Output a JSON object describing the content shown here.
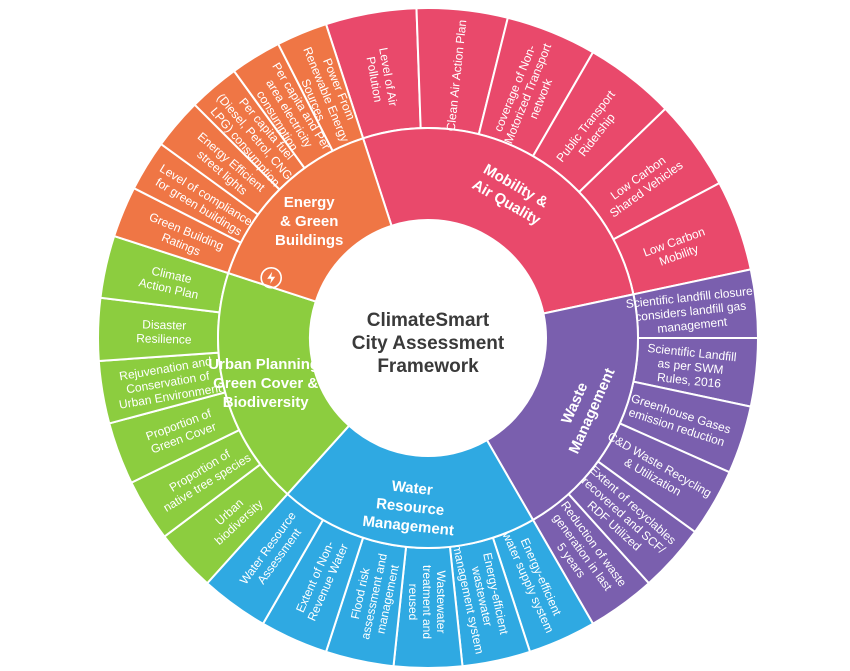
{
  "center": {
    "lines": [
      "ClimateSmart",
      "City Assessment",
      "Framework"
    ]
  },
  "categories": [
    {
      "name_lines": [
        "Mobility &",
        "Air Quality"
      ],
      "color": "#e9496b",
      "icon": "",
      "indicators": [
        [
          "Level of Air",
          "Pollution"
        ],
        [
          "Clean Air Action Plan"
        ],
        [
          "coverage of Non-",
          "Motorized Transport",
          "network"
        ],
        [
          "Public Transport",
          "Ridership"
        ],
        [
          "Low Carbon",
          "Shared Vehicles"
        ],
        [
          "Low Carbon",
          "Mobility"
        ]
      ]
    },
    {
      "name_lines": [
        "Waste",
        "Management"
      ],
      "color": "#7a5fae",
      "icon": "",
      "indicators": [
        [
          "Scientific landfill closure",
          "considers landfill gas",
          "management"
        ],
        [
          "Scientific Landfill",
          "as per SWM",
          "Rules, 2016"
        ],
        [
          "Greenhouse Gases",
          "emission reduction"
        ],
        [
          "C&D Waste Recycling",
          "& Utilization"
        ],
        [
          "Extent of recyclables",
          "recovered and SCF/",
          "RDF Utilized"
        ],
        [
          "Reduction of waste",
          "generation in last",
          "5 years"
        ]
      ]
    },
    {
      "name_lines": [
        "Water",
        "Resource",
        "Management"
      ],
      "color": "#2fa9e2",
      "icon": "",
      "indicators": [
        [
          "Energy-efficient",
          "water supply system"
        ],
        [
          "Energy-efficient",
          "wastewater",
          "management system"
        ],
        [
          "Wastewater",
          "treatment and",
          "reused"
        ],
        [
          "Flood risk",
          "assessment and",
          "management"
        ],
        [
          "Extent of Non-",
          "Revenue Water"
        ],
        [
          "Water Resource",
          "Assessment"
        ]
      ]
    },
    {
      "name_lines": [
        "Urban Planning,",
        "Green Cover &",
        "Biodiversity"
      ],
      "color": "#8ccd3f",
      "icon": "",
      "indicators": [
        [
          "Urban",
          "biodiversity"
        ],
        [
          "Proportion of",
          "native tree species"
        ],
        [
          "Proportion of",
          "Green Cover"
        ],
        [
          "Rejuvenation and",
          "Conservation of",
          "Urban Environment"
        ],
        [
          "Disaster",
          "Resilience"
        ],
        [
          "Climate",
          "Action Plan"
        ]
      ]
    },
    {
      "name_lines": [
        "Energy",
        "& Green",
        "Buildings"
      ],
      "color": "#ef7645",
      "icon": "renewable-energy-icon",
      "indicators": [
        [
          "Green Building",
          "Ratings"
        ],
        [
          "Level of compliance",
          "for green buildings"
        ],
        [
          "Energy Efficient",
          "street lights"
        ],
        [
          "Per capita fuel",
          "(Diesel, Petrol, CNG,",
          "LPG) consumption"
        ],
        [
          "Per capita and Per",
          "area electricity",
          "consumption"
        ],
        [
          "Power From",
          "Renewable Energy",
          "Sources"
        ]
      ]
    }
  ]
}
